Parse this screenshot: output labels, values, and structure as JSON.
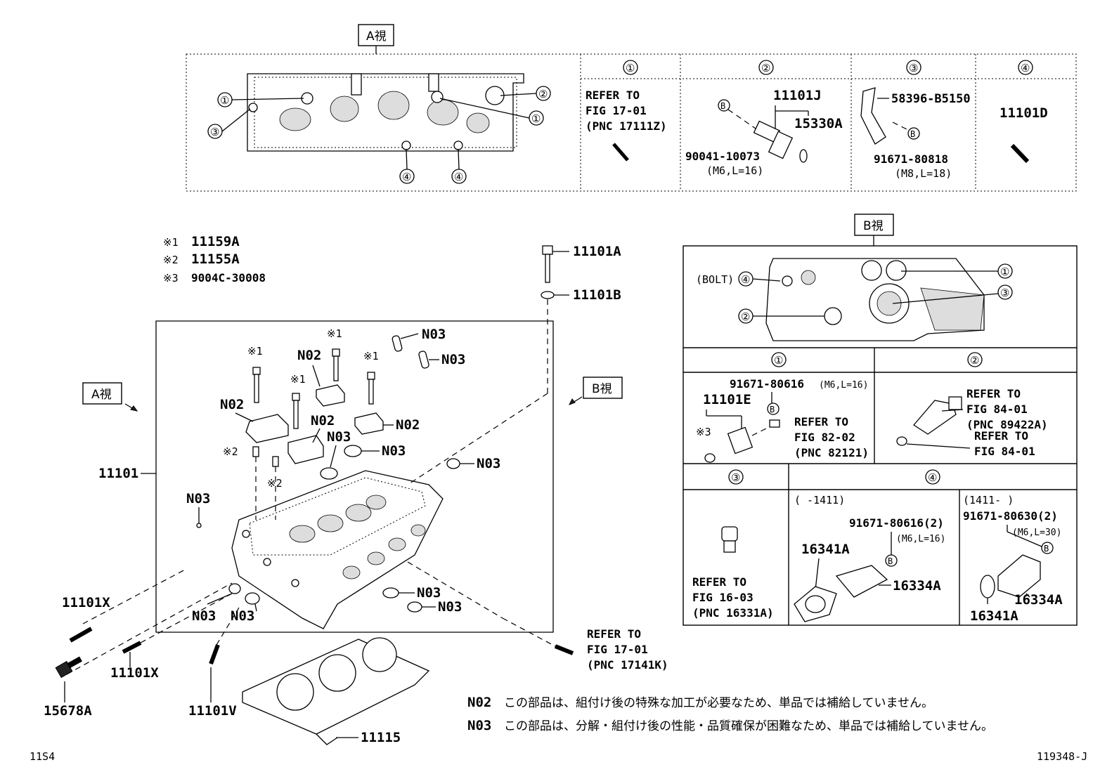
{
  "views": {
    "a_view": "A視",
    "b_view": "B視"
  },
  "circled": {
    "c1": "①",
    "c2": "②",
    "c3": "③",
    "c4": "④"
  },
  "a_table": {
    "col1": {
      "refer": "REFER TO",
      "fig": "FIG 17-01",
      "pnc": "(PNC 17111Z)"
    },
    "col2": {
      "part1": "11101J",
      "part2": "15330A",
      "bolt": "90041-10073",
      "bolt_spec": "(M6,L=16)",
      "marker": "B"
    },
    "col3": {
      "part": "58396-B5150",
      "bolt": "91671-80818",
      "bolt_spec": "(M8,L=18)",
      "marker": "B"
    },
    "col4": {
      "part": "11101D"
    }
  },
  "notes": {
    "n1_mark": "※1",
    "n1_part": "11159A",
    "n2_mark": "※2",
    "n2_part": "11155A",
    "n3_mark": "※3",
    "n3_part": "9004C-30008"
  },
  "main": {
    "head": "11101",
    "bolt_top": "11101A",
    "washer_top": "11101B",
    "n02": "N02",
    "n03": "N03",
    "stud_x": "11101X",
    "plug": "15678A",
    "stud_v": "11101V",
    "gasket": "11115",
    "refer": {
      "refer": "REFER TO",
      "fig": "FIG 17-01",
      "pnc": "(PNC 17141K)"
    }
  },
  "b_table": {
    "bolt_label": "(BOLT)",
    "c1": {
      "bolt": "91671-80616",
      "bolt_spec": "(M6,L=16)",
      "part": "11101E",
      "mark3": "※3",
      "marker": "B",
      "refer": "REFER TO",
      "fig": "FIG 82-02",
      "pnc": "(PNC 82121)"
    },
    "c2": {
      "refer1": "REFER TO",
      "fig1": "FIG 84-01",
      "pnc1": "(PNC 89422A)",
      "refer2": "REFER TO",
      "fig2": "FIG 84-01"
    },
    "c3": {
      "refer": "REFER TO",
      "fig": "FIG 16-03",
      "pnc": "(PNC 16331A)"
    },
    "c4a": {
      "range": "(     -1411)",
      "bolt": "91671-80616(2)",
      "bolt_spec": "(M6,L=16)",
      "seal": "16341A",
      "cover": "16334A",
      "marker": "B"
    },
    "c4b": {
      "range": "(1411-     )",
      "bolt": "91671-80630(2)",
      "bolt_spec": "(M6,L=30)",
      "seal": "16341A",
      "cover": "16334A",
      "marker": "B"
    }
  },
  "footnotes": {
    "n02_code": "N02",
    "n02_text": "この部品は、組付け後の特殊な加工が必要なため、単品では補給していません。",
    "n03_code": "N03",
    "n03_text": "この部品は、分解・組付け後の性能・品質確保が困難なため、単品では補給していません。"
  },
  "footer": {
    "left": "11S4",
    "right": "119348-J"
  }
}
